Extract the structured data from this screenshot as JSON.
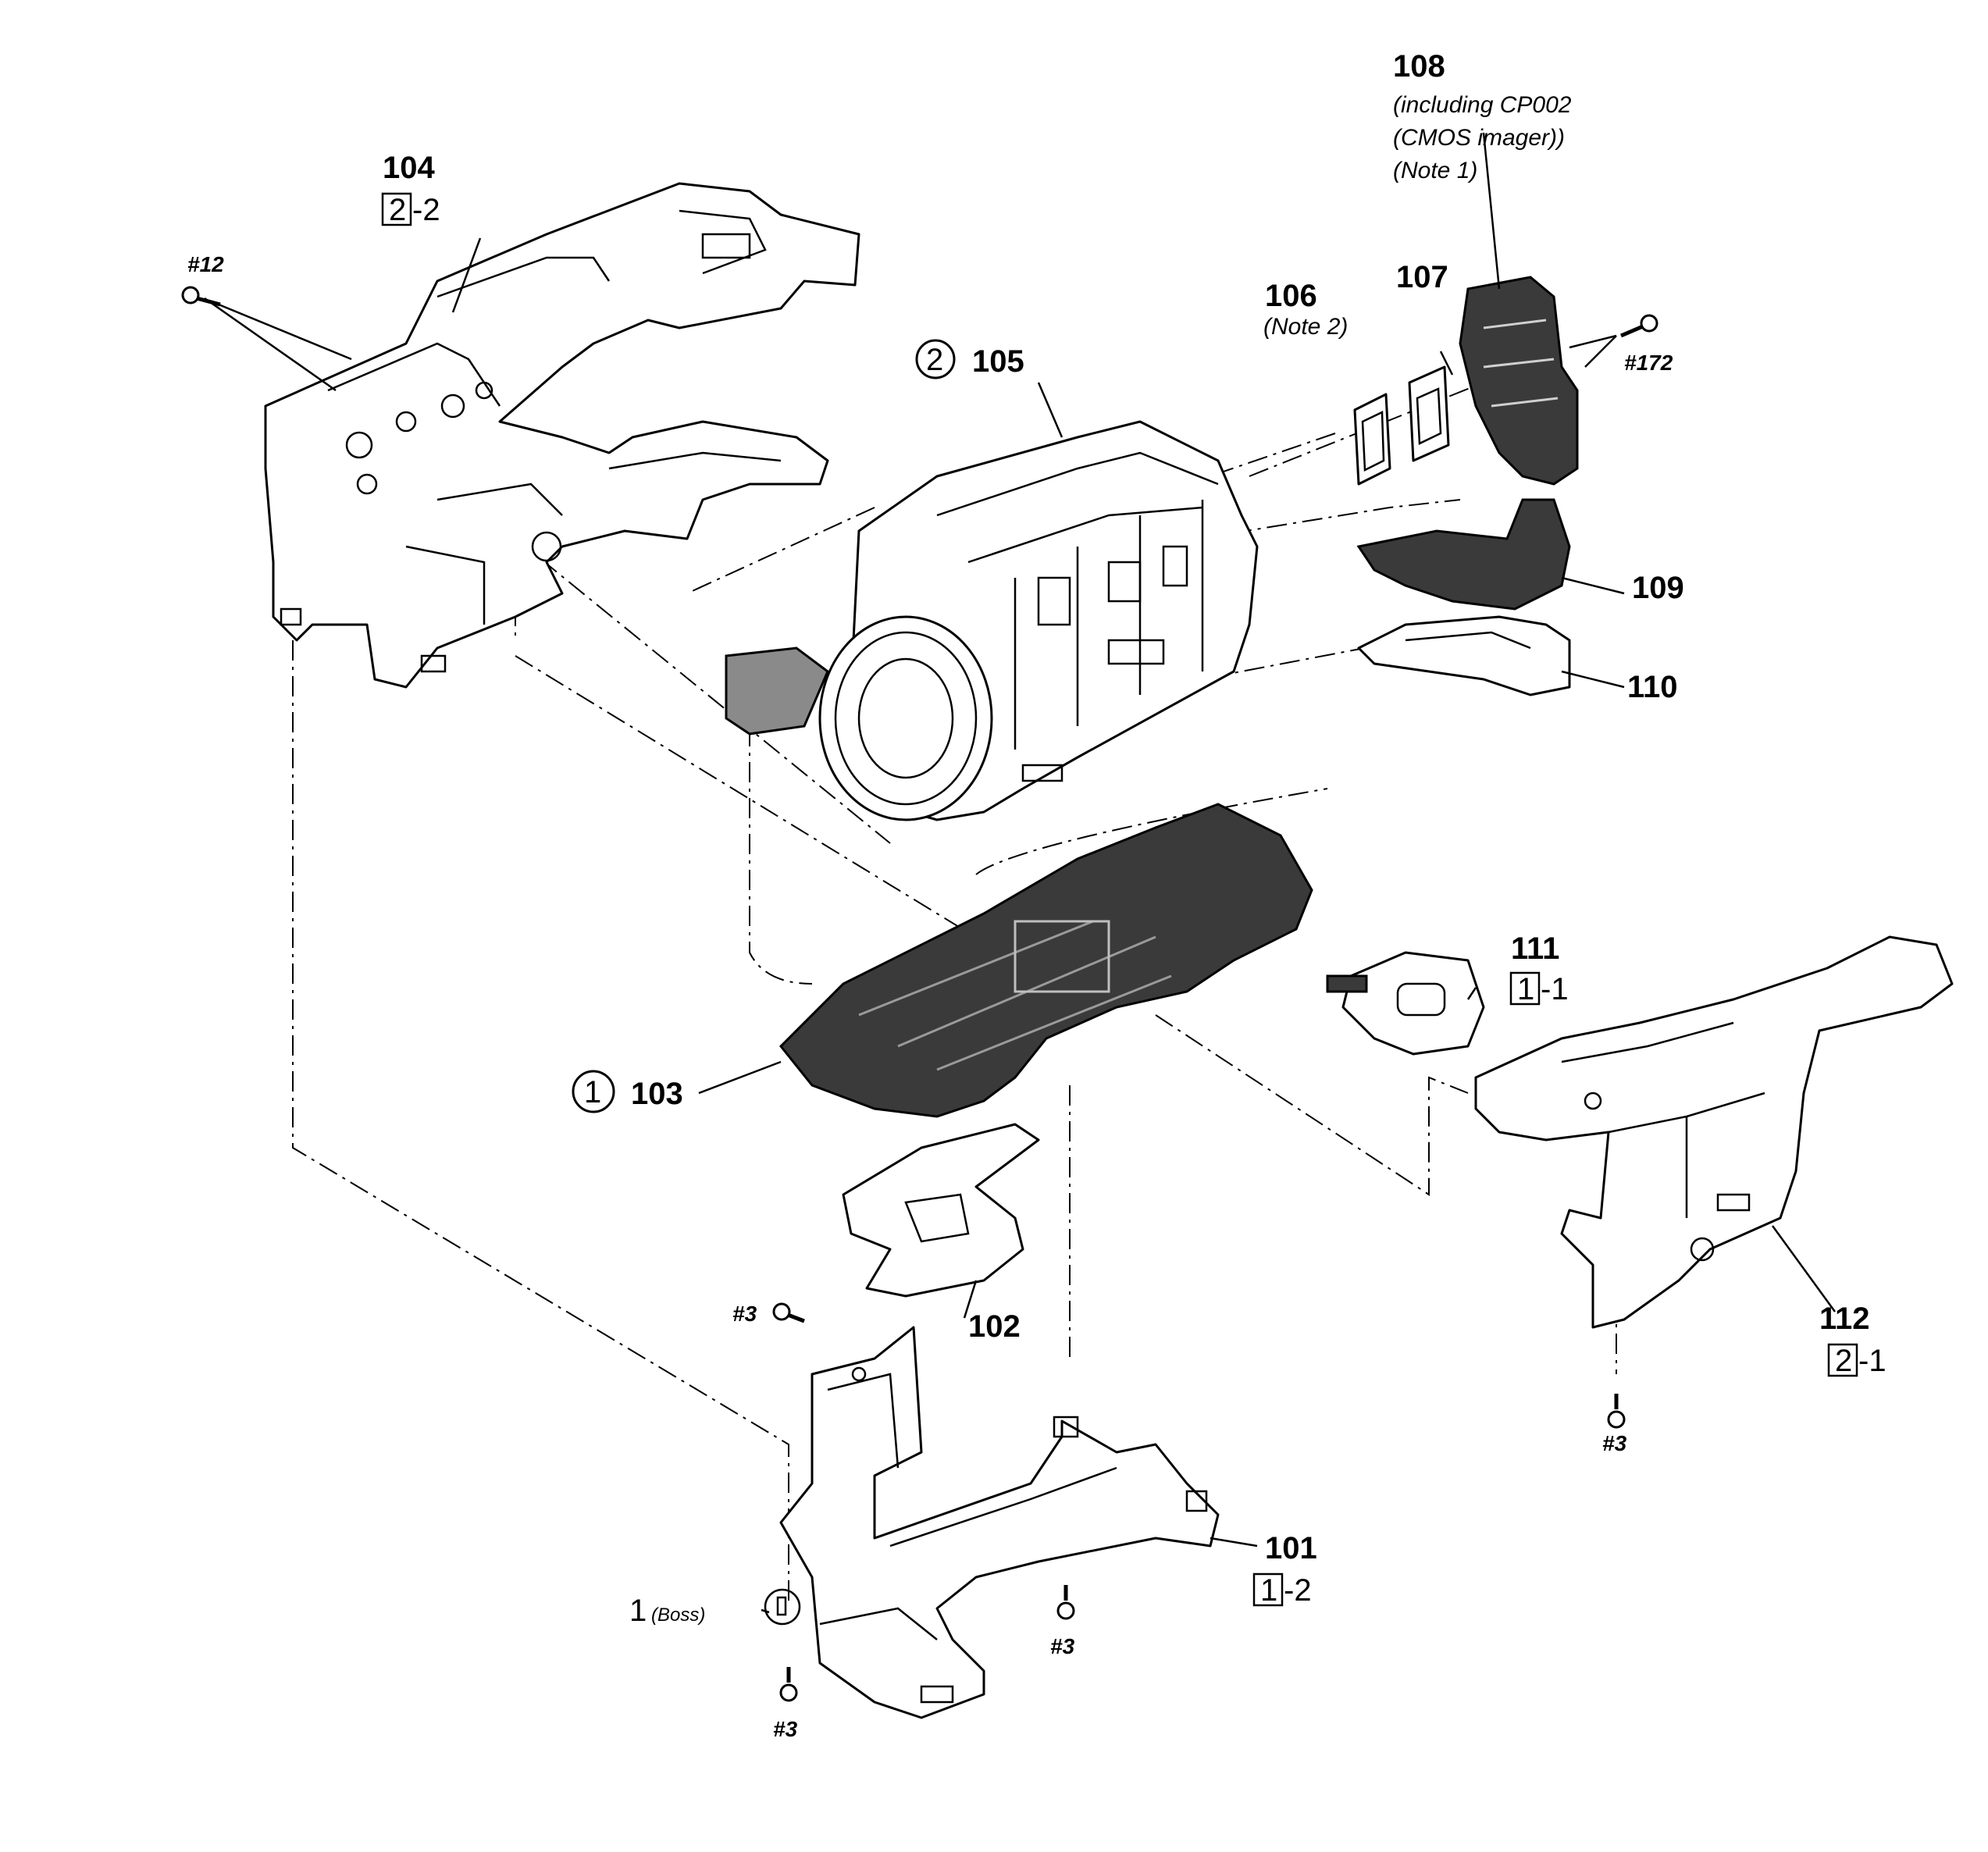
{
  "parts": {
    "p101": {
      "number": "101",
      "ref_box": "1",
      "ref_suffix": "-2"
    },
    "p102": {
      "number": "102"
    },
    "p103": {
      "number": "103",
      "circle": "1"
    },
    "p104": {
      "number": "104",
      "ref_box": "2",
      "ref_suffix": "-2"
    },
    "p105": {
      "number": "105",
      "circle": "2"
    },
    "p106": {
      "number": "106",
      "note": "(Note 2)"
    },
    "p107": {
      "number": "107"
    },
    "p108": {
      "number": "108",
      "note_line1": "(including CP002",
      "note_line2": "(CMOS imager))",
      "note_line3": "(Note 1)"
    },
    "p109": {
      "number": "109"
    },
    "p110": {
      "number": "110"
    },
    "p111": {
      "number": "111",
      "ref_box": "1",
      "ref_suffix": "-1"
    },
    "p112": {
      "number": "112",
      "ref_box": "2",
      "ref_suffix": "-1"
    }
  },
  "screws": {
    "s12": "#12",
    "s172": "#172",
    "s3_a": "#3",
    "s3_b": "#3",
    "s3_c": "#3",
    "s3_d": "#3"
  },
  "boss": {
    "number": "1",
    "label": "(Boss)"
  }
}
